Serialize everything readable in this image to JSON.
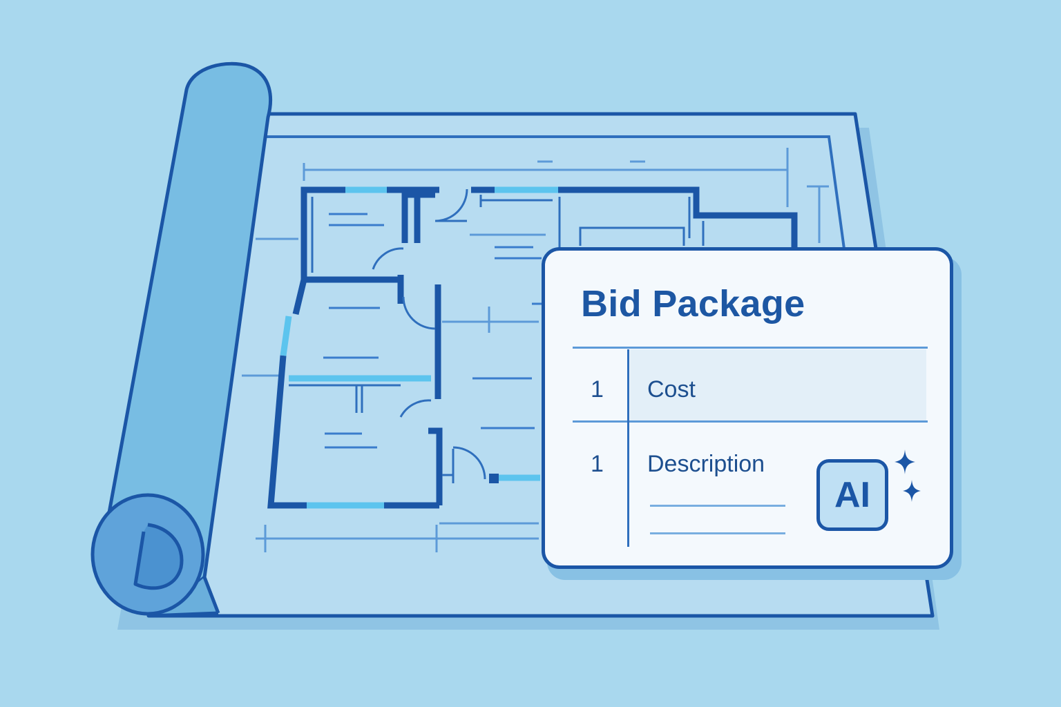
{
  "card": {
    "title": "Bid Package",
    "rows": [
      {
        "number": "1",
        "label": "Cost"
      },
      {
        "number": "1",
        "label": "Description"
      }
    ],
    "badge": "AI"
  },
  "colors": {
    "background": "#a9d8ee",
    "ink": "#1b56a6",
    "card_fill": "#f4f9fd",
    "highlight": "#5cc4ee"
  },
  "icons": [
    "blueprint-roll-illustration",
    "ai-badge-icon",
    "sparkle-icon"
  ]
}
